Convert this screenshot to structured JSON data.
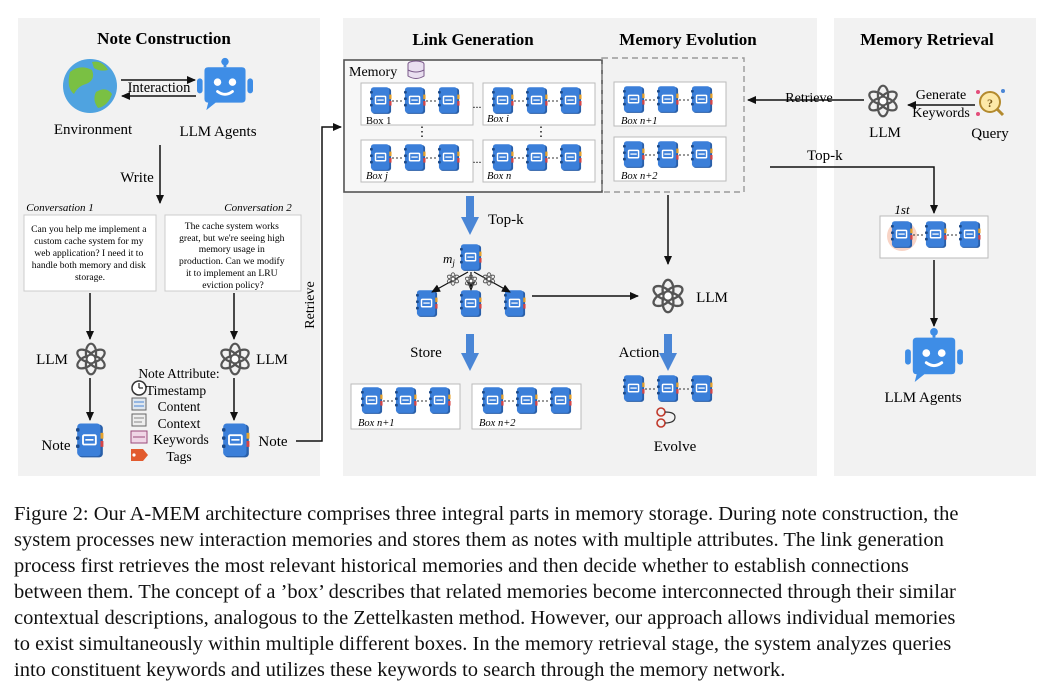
{
  "sections": {
    "note_construction": "Note Construction",
    "link_generation": "Link Generation",
    "memory_evolution": "Memory Evolution",
    "memory_retrieval": "Memory Retrieval"
  },
  "note_construction": {
    "environment": "Environment",
    "llm_agents": "LLM Agents",
    "interaction": "Interaction",
    "write": "Write",
    "conversation1_title": "Conversation 1",
    "conversation1_lines": [
      "Can you help me implement a",
      "custom cache system for my",
      "web application? I need it to",
      "handle both memory and disk",
      "storage."
    ],
    "conversation2_title": "Conversation 2",
    "conversation2_lines": [
      "The cache system works",
      "great, but we're seeing high",
      "memory usage in",
      "production. Can we modify",
      "it to implement an LRU",
      "eviction policy?"
    ],
    "llm": "LLM",
    "note": "Note",
    "note_attribute": "Note Attribute:",
    "attributes": [
      "Timestamp",
      "Content",
      "Context",
      "Keywords",
      "Tags"
    ],
    "retrieve_vertical": "Retrieve"
  },
  "link_generation": {
    "memory_label": "Memory",
    "box1": "Box 1",
    "box_i": "Box i",
    "box_j": "Box j",
    "box_n": "Box n",
    "topk": "Top-k",
    "m_j": "m",
    "m_j_sub": "j",
    "store": "Store",
    "box_n1": "Box n+1",
    "box_n2": "Box n+2",
    "ellipsis_h": "...",
    "ellipsis_v": "⋮"
  },
  "memory_evolution": {
    "box_n1": "Box n+1",
    "box_n2": "Box n+2",
    "llm": "LLM",
    "action": "Action",
    "evolve": "Evolve"
  },
  "memory_retrieval": {
    "retrieve": "Retrieve",
    "generate": "Generate",
    "keywords": "Keywords",
    "llm": "LLM",
    "query": "Query",
    "topk": "Top-k",
    "first": "1st",
    "llm_agents": "LLM Agents"
  },
  "caption": {
    "lines": [
      "Figure 2: Our A-MEM architecture comprises three integral parts in memory storage. During note construction, the",
      "system processes new interaction memories and stores them as notes with multiple attributes. The link generation",
      "process first retrieves the most relevant historical memories and then decide whether to establish connections",
      "between them. The concept of a ’box’ describes that related memories become interconnected through their similar",
      "contextual descriptions, analogous to the Zettelkasten method. However, our approach allows individual memories",
      "to exist simultaneously within multiple different boxes. In the memory retrieval stage, the system analyzes queries",
      "into constituent keywords and utilizes these keywords to search through the memory network."
    ]
  },
  "colors": {
    "panel_bg": "#f2f2f2",
    "note_blue": "#3b7fd9",
    "note_dark": "#2a5fa8",
    "arrow_blue": "#4a86d6",
    "robot_blue": "#3e8de6",
    "earth_blue": "#4fa3e0",
    "earth_green": "#7ac043"
  }
}
